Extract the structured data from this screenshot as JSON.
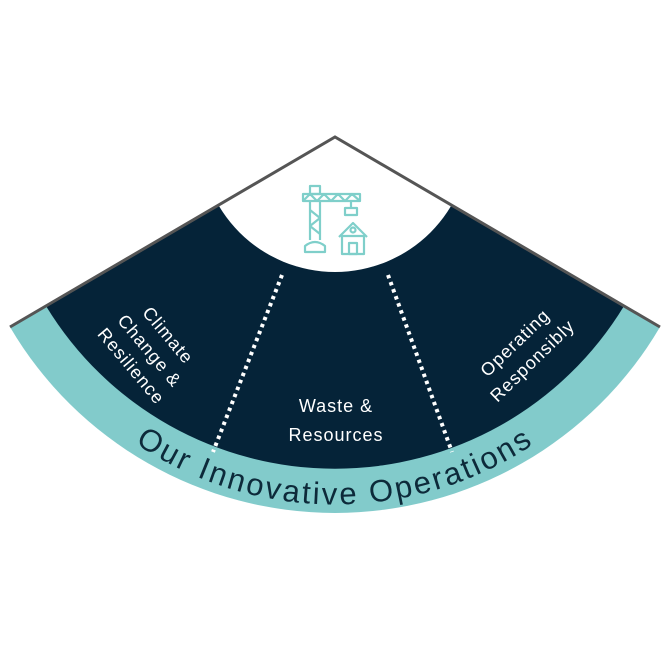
{
  "title": "Our Innovative Operations",
  "segments": [
    {
      "lines": [
        "Climate",
        "Change &",
        "Resilience"
      ]
    },
    {
      "lines": [
        "Waste &",
        "Resources"
      ]
    },
    {
      "lines": [
        "Operating",
        "Responsibly"
      ]
    }
  ],
  "center_icon": "crane-house-icon",
  "colors": {
    "navy": "#052338",
    "teal": "#82cbcb",
    "outline": "#555555",
    "icon": "#7fcfca"
  }
}
